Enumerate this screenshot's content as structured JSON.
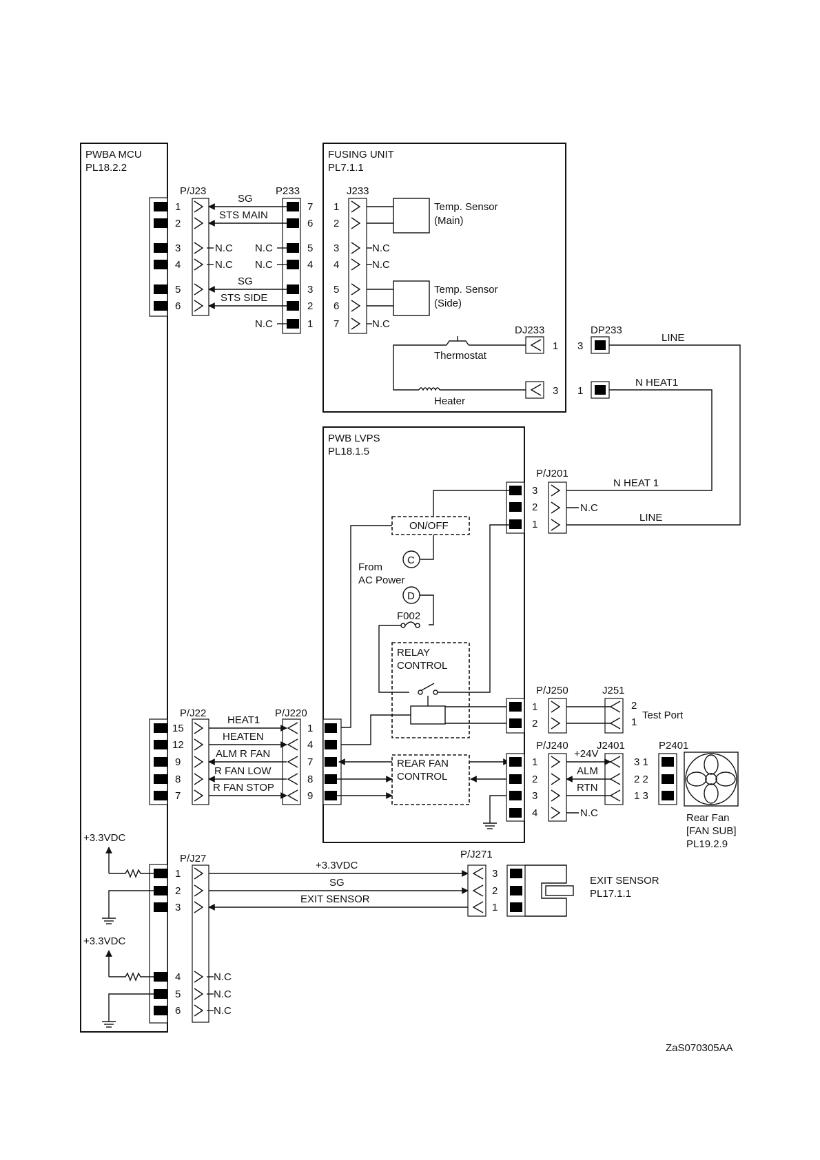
{
  "blocks": {
    "mcu": {
      "title": "PWBA MCU",
      "ref": "PL18.2.2"
    },
    "fusing": {
      "title": "FUSING UNIT",
      "ref": "PL7.1.1"
    },
    "lvps": {
      "title": "PWB LVPS",
      "ref": "PL18.1.5"
    }
  },
  "connectors": {
    "pj23": "P/J23",
    "p233": "P233",
    "j233": "J233",
    "dj233": "DJ233",
    "dp233": "DP233",
    "pj201": "P/J201",
    "pj22": "P/J22",
    "pj220": "P/J220",
    "pj250": "P/J250",
    "j251": "J251",
    "pj240": "P/J240",
    "j2401": "J2401",
    "p2401": "P2401",
    "pj27": "P/J27",
    "pj271": "P/J271"
  },
  "pins": {
    "pj23": [
      "1",
      "2",
      "3",
      "4",
      "5",
      "6"
    ],
    "p233": [
      "7",
      "6",
      "5",
      "4",
      "3",
      "2",
      "1"
    ],
    "j233": [
      "1",
      "2",
      "3",
      "4",
      "5",
      "6",
      "7"
    ],
    "dj233": [
      "1",
      "3"
    ],
    "dp233": [
      "3",
      "1"
    ],
    "pj201": [
      "3",
      "2",
      "1"
    ],
    "pj22": [
      "15",
      "12",
      "9",
      "8",
      "7"
    ],
    "pj220": [
      "1",
      "4",
      "7",
      "8",
      "9"
    ],
    "pj250": [
      "1",
      "2"
    ],
    "j251": [
      "2",
      "1"
    ],
    "pj240": [
      "1",
      "2",
      "3",
      "4"
    ],
    "j2401": [
      "3 1",
      "2 2",
      "1 3"
    ],
    "pj27": [
      "1",
      "2",
      "3",
      "4",
      "5",
      "6"
    ],
    "pj271": [
      "3",
      "2",
      "1"
    ]
  },
  "signals": {
    "sg": "SG",
    "sts_main": "STS MAIN",
    "sts_side": "STS SIDE",
    "nc": "N.C",
    "line": "LINE",
    "n_heat1": "N HEAT1",
    "n_heat_1": "N HEAT 1",
    "heat1": "HEAT1",
    "heaten": "HEATEN",
    "alm_r_fan": "ALM R FAN",
    "r_fan_low": "R FAN LOW",
    "r_fan_stop": "R FAN STOP",
    "p24v": "+24V",
    "alm": "ALM",
    "rtn": "RTN",
    "v33": "+3.3VDC",
    "exit_sensor": "EXIT SENSOR"
  },
  "components": {
    "temp_main_1": "Temp. Sensor",
    "temp_main_2": "(Main)",
    "temp_side_1": "Temp. Sensor",
    "temp_side_2": "(Side)",
    "thermostat": "Thermostat",
    "heater": "Heater",
    "onoff": "ON/OFF",
    "c": "C",
    "d": "D",
    "from_ac_1": "From",
    "from_ac_2": "AC Power",
    "f002": "F002",
    "relay_1": "RELAY",
    "relay_2": "CONTROL",
    "rear_fan_ctl_1": "REAR FAN",
    "rear_fan_ctl_2": "CONTROL",
    "test_port": "Test Port",
    "rear_fan_1": "Rear Fan",
    "rear_fan_2": "[FAN SUB]",
    "rear_fan_3": "PL19.2.9",
    "exit_sensor_1": "EXIT SENSOR",
    "exit_sensor_2": "PL17.1.1"
  },
  "power": {
    "v33_a": "+3.3VDC",
    "v33_b": "+3.3VDC"
  },
  "footer": {
    "code": "ZaS070305AA"
  }
}
